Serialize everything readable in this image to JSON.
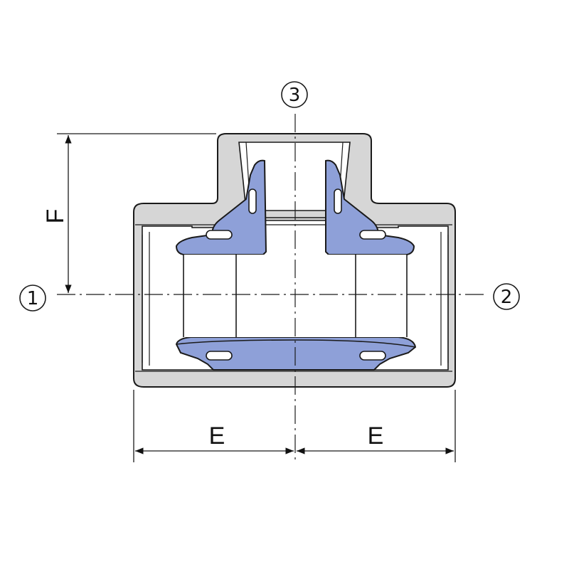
{
  "ports": {
    "left": "1",
    "right": "2",
    "top": "3"
  },
  "dimensions": {
    "height_label": "F",
    "width_left_label": "E",
    "width_right_label": "E"
  },
  "colors": {
    "body_fill": "#d6d6d6",
    "seal_fill": "#8ea0d8",
    "outline": "#1a1a1a",
    "background": "#ffffff"
  }
}
